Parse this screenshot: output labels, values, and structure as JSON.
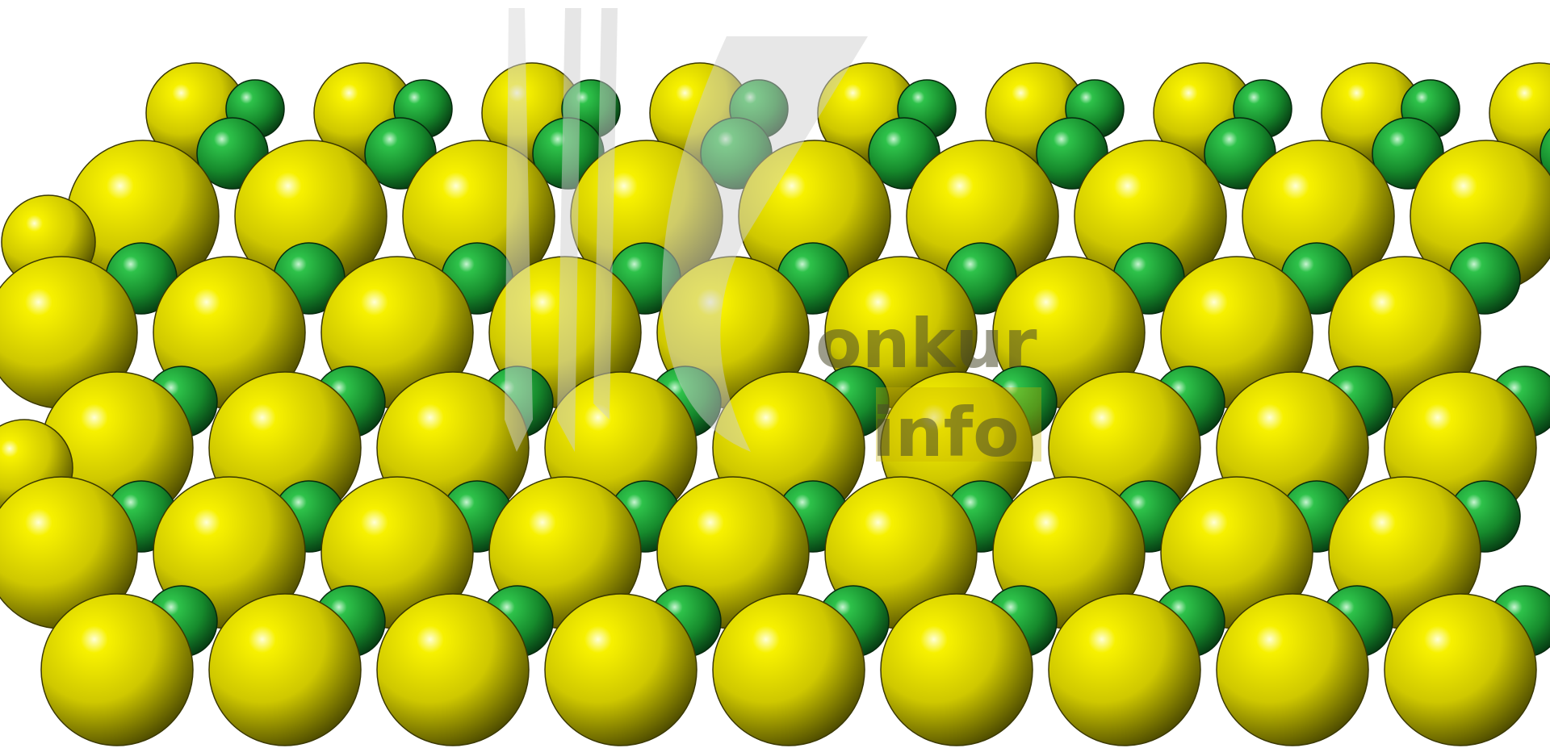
{
  "scene": {
    "subject": "crystal-lattice-packing",
    "atom_types": [
      {
        "name": "large-atom",
        "color": "#e6e000",
        "shade": "#5c5a00"
      },
      {
        "name": "small-atom",
        "color": "#22a83c",
        "shade": "#0b4a18"
      }
    ],
    "background": "#ffffff"
  },
  "watermark": {
    "logo": "konkur-logo",
    "word1": "onkur",
    "word2": "info",
    "box_color": "#c8b400"
  }
}
